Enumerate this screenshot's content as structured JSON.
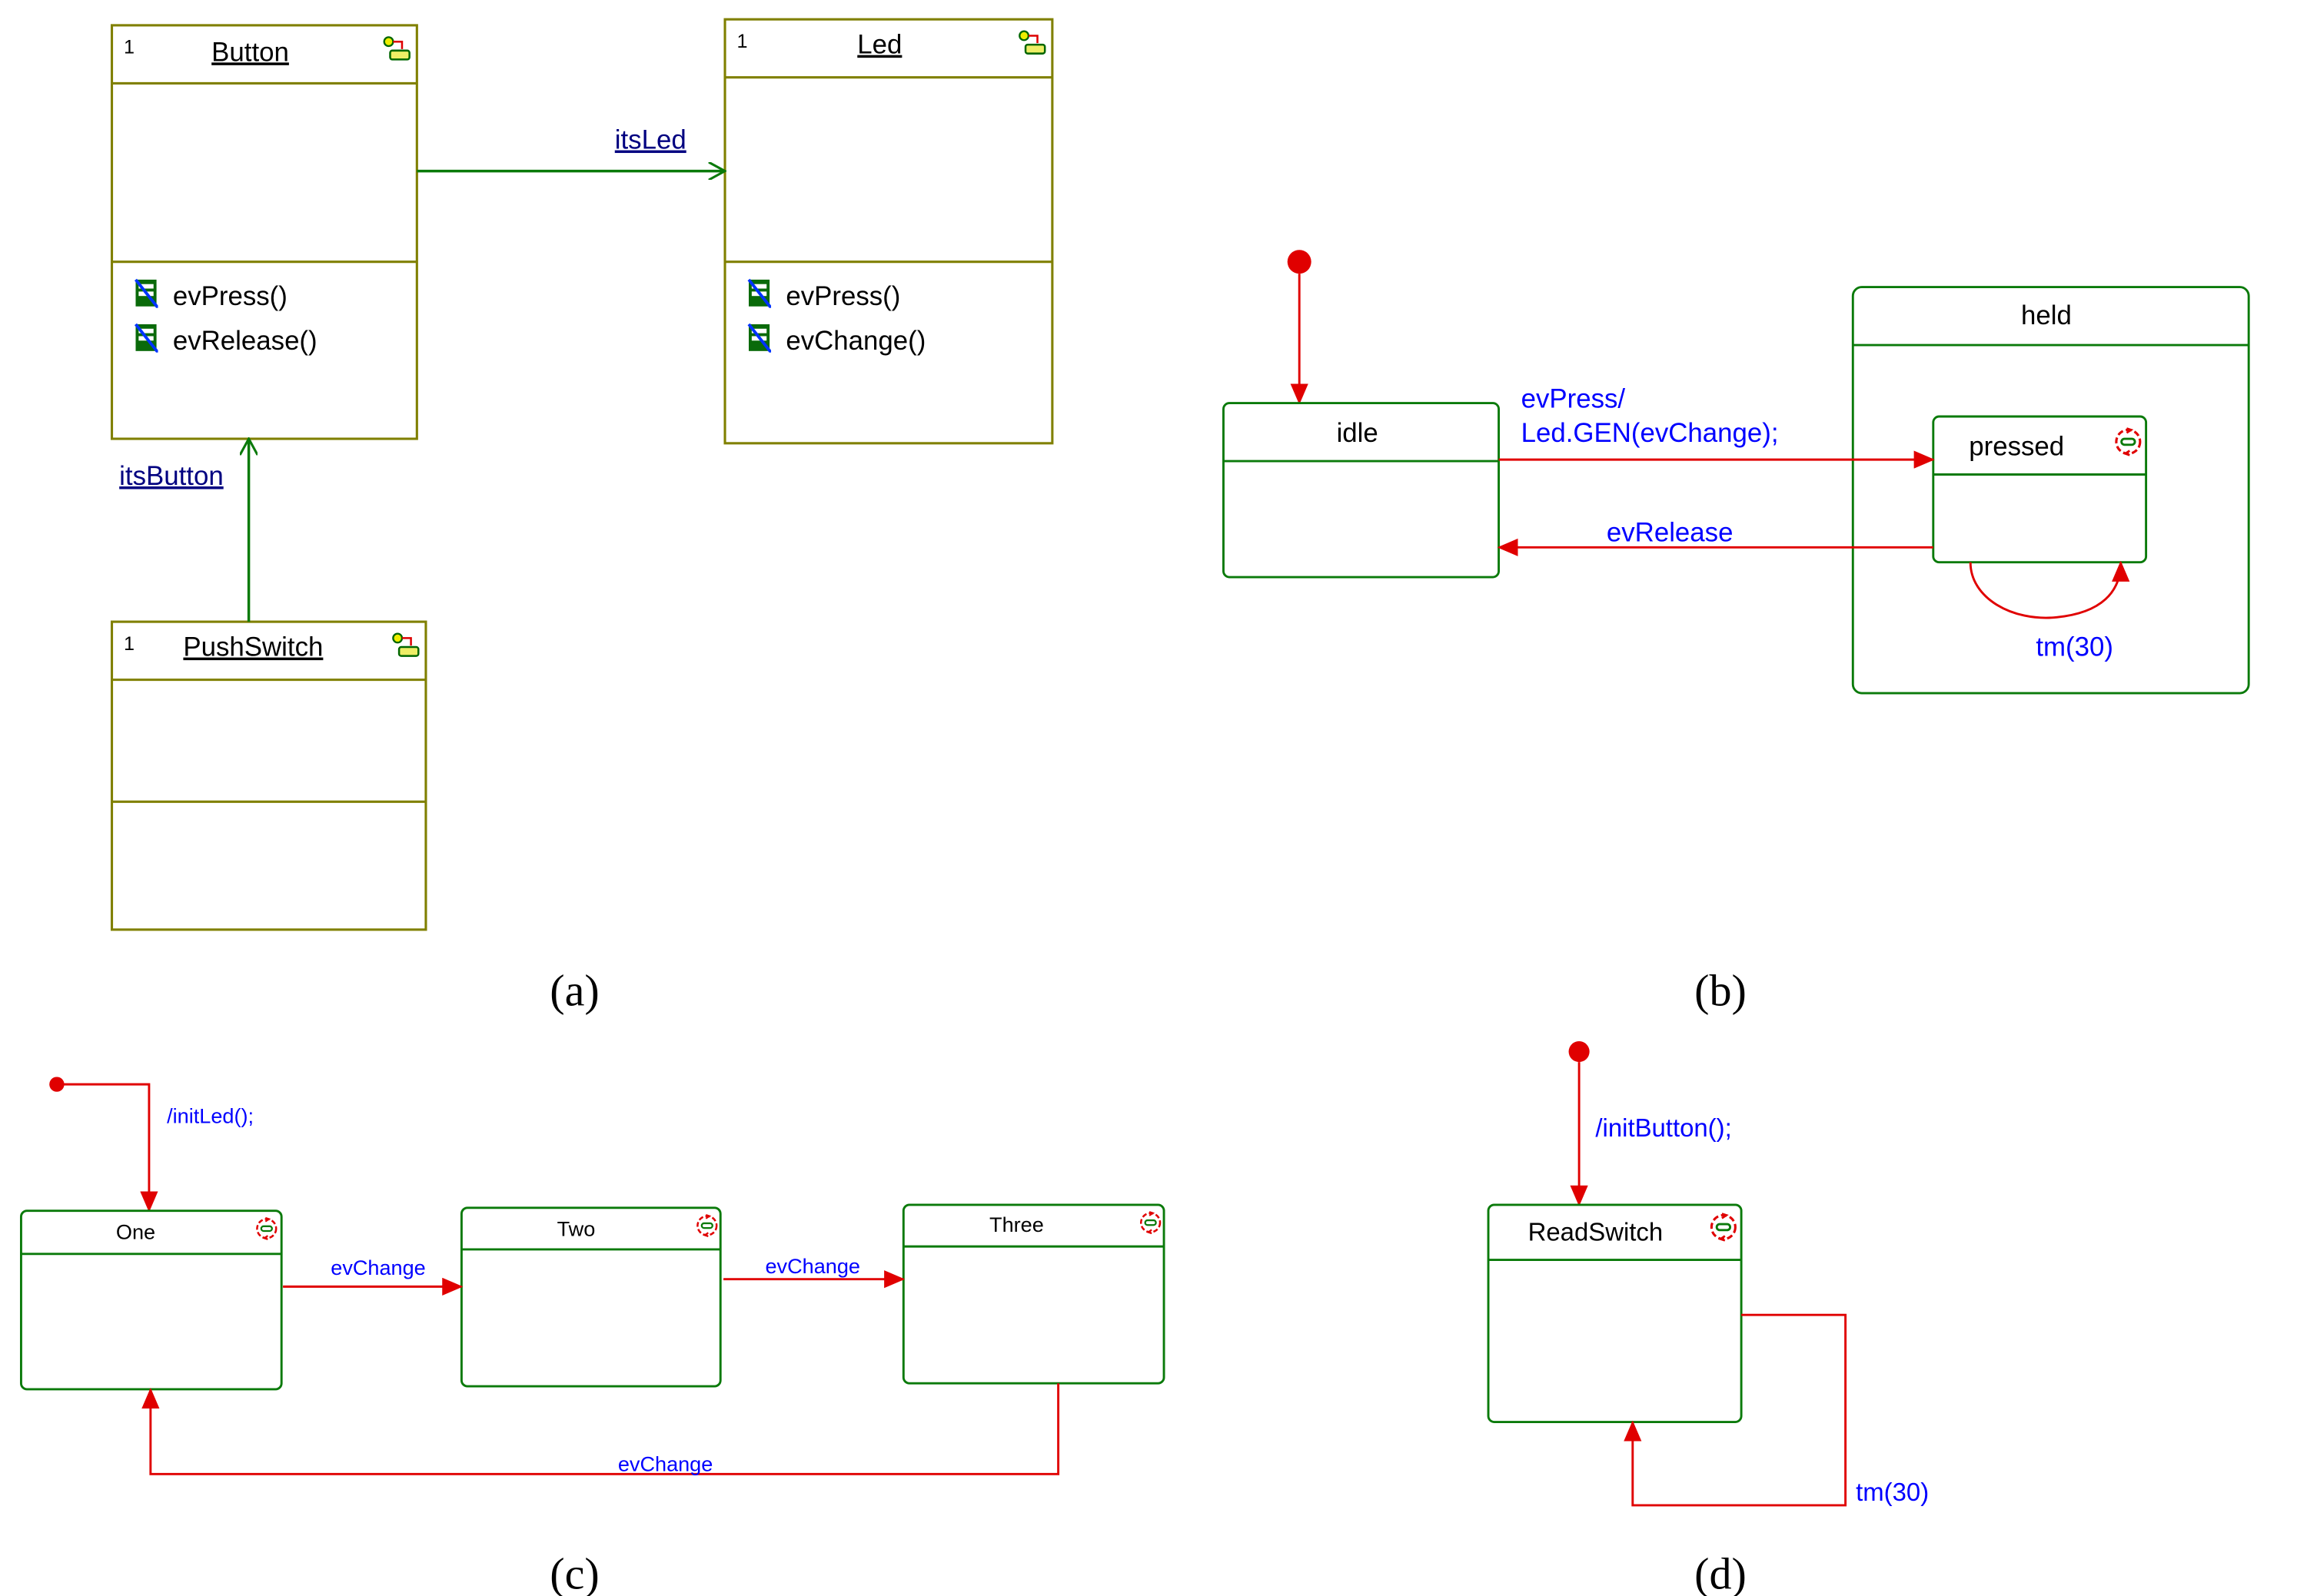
{
  "colors": {
    "class_border": "#808000",
    "state_border": "#0a7a0a",
    "transition": "#e00000",
    "label": "#0000ff",
    "role": "#000080"
  },
  "panel_a": {
    "caption": "(a)",
    "classes": [
      {
        "multiplicity": "1",
        "name": "Button",
        "operations": [
          "evPress()",
          "evRelease()"
        ]
      },
      {
        "multiplicity": "1",
        "name": "Led",
        "operations": [
          "evPress()",
          "evChange()"
        ]
      },
      {
        "multiplicity": "1",
        "name": "PushSwitch",
        "operations": []
      }
    ],
    "associations": [
      {
        "from": "Button",
        "to": "Led",
        "role": "itsLed"
      },
      {
        "from": "PushSwitch",
        "to": "Button",
        "role": "itsButton"
      }
    ]
  },
  "panel_b": {
    "caption": "(b)",
    "states": {
      "idle": "idle",
      "held": "held",
      "pressed": "pressed"
    },
    "transitions": {
      "press_line1": "evPress/",
      "press_line2": "Led.GEN(evChange);",
      "release": "evRelease",
      "timeout": "tm(30)"
    }
  },
  "panel_c": {
    "caption": "(c)",
    "initial_action": "/initLed();",
    "states": [
      "One",
      "Two",
      "Three"
    ],
    "transitions": [
      "evChange",
      "evChange",
      "evChange"
    ]
  },
  "panel_d": {
    "caption": "(d)",
    "initial_action": "/initButton();",
    "state": "ReadSwitch",
    "timeout": "tm(30)"
  }
}
